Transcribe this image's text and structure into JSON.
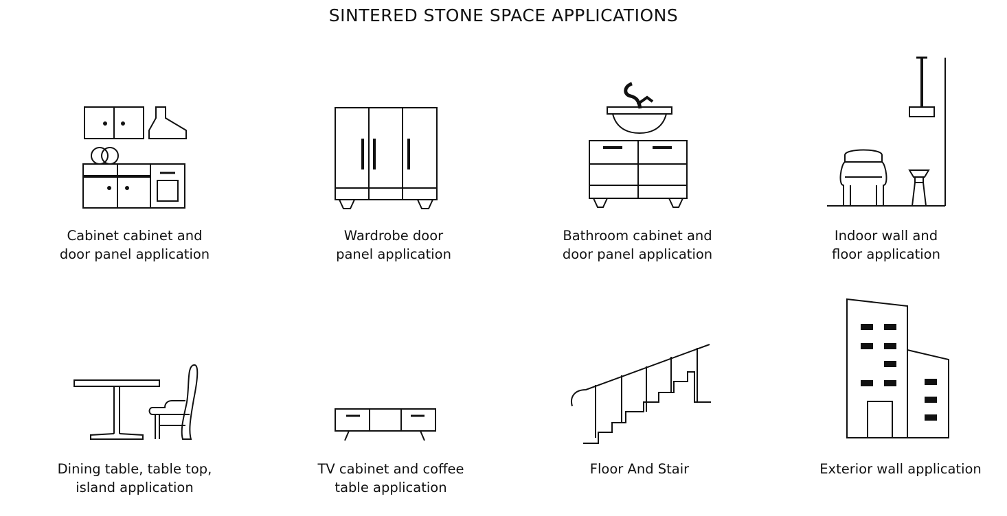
{
  "title": "SINTERED STONE SPACE APPLICATIONS",
  "items": [
    {
      "icon": "kitchen-cabinet-icon",
      "lines": [
        "Cabinet cabinet and",
        "door panel application"
      ]
    },
    {
      "icon": "wardrobe-icon",
      "lines": [
        "Wardrobe door",
        "panel application"
      ]
    },
    {
      "icon": "bathroom-cabinet-icon",
      "lines": [
        "Bathroom cabinet and",
        "door panel application"
      ]
    },
    {
      "icon": "indoor-wall-floor-icon",
      "lines": [
        "Indoor wall and",
        "floor application"
      ]
    },
    {
      "icon": "dining-table-icon",
      "lines": [
        "Dining table, table top,",
        "island application"
      ]
    },
    {
      "icon": "tv-cabinet-icon",
      "lines": [
        "TV cabinet and coffee",
        "table application"
      ]
    },
    {
      "icon": "stair-icon",
      "lines": [
        "Floor And Stair"
      ]
    },
    {
      "icon": "building-exterior-icon",
      "lines": [
        "Exterior wall application"
      ]
    }
  ]
}
